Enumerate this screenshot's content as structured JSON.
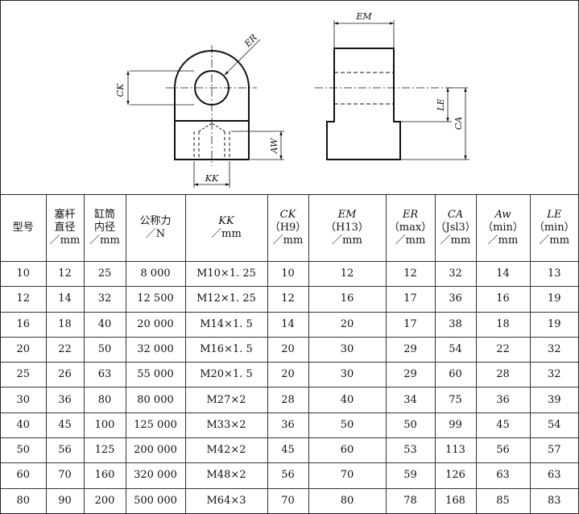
{
  "figure": {
    "labels": {
      "ck": "CK",
      "er": "ER",
      "kk": "KK",
      "aw": "AW",
      "em": "EM",
      "le": "LE",
      "ca": "CA"
    }
  },
  "table": {
    "headers": [
      {
        "lines": [
          "型号"
        ],
        "italic": []
      },
      {
        "lines": [
          "塞杆",
          "直径",
          "／mm"
        ],
        "italic": []
      },
      {
        "lines": [
          "缸筒",
          "内径",
          "／mm"
        ],
        "italic": []
      },
      {
        "lines": [
          "公称力",
          "／N"
        ],
        "italic": []
      },
      {
        "lines": [
          "KK",
          "／mm"
        ],
        "italic": [
          0
        ]
      },
      {
        "lines": [
          "CK",
          "（H9）",
          "／mm"
        ],
        "italic": [
          0
        ]
      },
      {
        "lines": [
          "EM",
          "（H13）",
          "／mm"
        ],
        "italic": [
          0
        ]
      },
      {
        "lines": [
          "ER",
          "（max）",
          "／mm"
        ],
        "italic": [
          0
        ]
      },
      {
        "lines": [
          "CA",
          "（Jsl3）",
          "／mm"
        ],
        "italic": [
          0
        ]
      },
      {
        "lines": [
          "Aw",
          "（min）",
          "／mm"
        ],
        "italic": [
          0
        ]
      },
      {
        "lines": [
          "LE",
          "（min）",
          "／mm"
        ],
        "italic": [
          0
        ]
      }
    ],
    "rows": [
      [
        "10",
        "12",
        "25",
        "8 000",
        "M10×1. 25",
        "10",
        "12",
        "12",
        "32",
        "14",
        "13"
      ],
      [
        "12",
        "14",
        "32",
        "12 500",
        "M12×1. 25",
        "12",
        "16",
        "17",
        "36",
        "16",
        "19"
      ],
      [
        "16",
        "18",
        "40",
        "20 000",
        "M14×1. 5",
        "14",
        "20",
        "17",
        "38",
        "18",
        "19"
      ],
      [
        "20",
        "22",
        "50",
        "32 000",
        "M16×1. 5",
        "20",
        "30",
        "29",
        "54",
        "22",
        "32"
      ],
      [
        "25",
        "26",
        "63",
        "55 000",
        "M20×1. 5",
        "20",
        "30",
        "29",
        "60",
        "28",
        "32"
      ],
      [
        "30",
        "36",
        "80",
        "80 000",
        "M27×2",
        "28",
        "40",
        "34",
        "75",
        "36",
        "39"
      ],
      [
        "40",
        "45",
        "100",
        "125 000",
        "M33×2",
        "36",
        "50",
        "50",
        "99",
        "45",
        "54"
      ],
      [
        "50",
        "56",
        "125",
        "200 000",
        "M42×2",
        "45",
        "60",
        "53",
        "113",
        "56",
        "57"
      ],
      [
        "60",
        "70",
        "160",
        "320 000",
        "M48×2",
        "56",
        "70",
        "59",
        "126",
        "63",
        "63"
      ],
      [
        "80",
        "90",
        "200",
        "500 000",
        "M64×3",
        "70",
        "80",
        "78",
        "168",
        "85",
        "83"
      ]
    ]
  }
}
